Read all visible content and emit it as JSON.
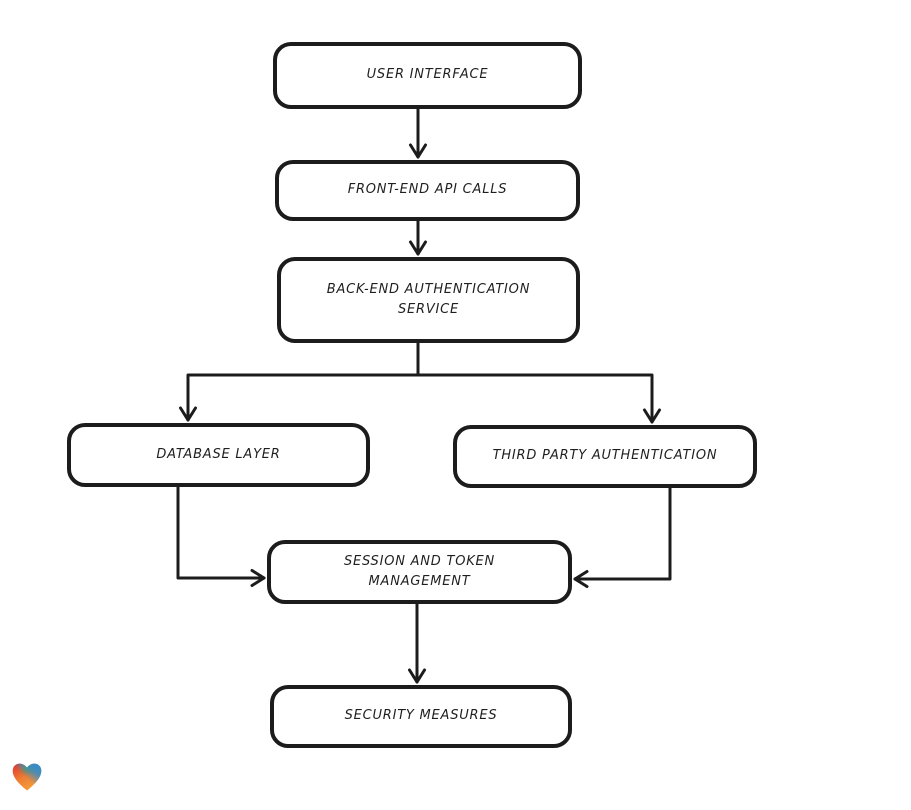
{
  "diagram": {
    "type": "flowchart",
    "nodes": [
      {
        "id": "user-interface",
        "label": "USER INTERFACE"
      },
      {
        "id": "front-end-api-calls",
        "label": "FRONT-END API CALLS"
      },
      {
        "id": "back-end-authentication-service",
        "label": "BACK-END AUTHENTICATION SERVICE"
      },
      {
        "id": "database-layer",
        "label": "DATABASE LAYER"
      },
      {
        "id": "third-party-authentication",
        "label": "THIRD PARTY AUTHENTICATION"
      },
      {
        "id": "session-and-token-management",
        "label": "SESSION AND TOKEN MANAGEMENT"
      },
      {
        "id": "security-measures",
        "label": "SECURITY MEASURES"
      }
    ],
    "edges": [
      {
        "from": "user-interface",
        "to": "front-end-api-calls"
      },
      {
        "from": "front-end-api-calls",
        "to": "back-end-authentication-service"
      },
      {
        "from": "back-end-authentication-service",
        "to": "database-layer"
      },
      {
        "from": "back-end-authentication-service",
        "to": "third-party-authentication"
      },
      {
        "from": "database-layer",
        "to": "session-and-token-management"
      },
      {
        "from": "third-party-authentication",
        "to": "session-and-token-management"
      },
      {
        "from": "session-and-token-management",
        "to": "security-measures"
      }
    ],
    "style": {
      "stroke_color": "#1c1c1c",
      "node_fill": "#ffffff",
      "background": "#ffffff",
      "arrowhead": "open-chevron"
    }
  },
  "logo": {
    "name": "gradient-heart",
    "colors": {
      "red": "#e3312b",
      "green": "#58a33e",
      "blue": "#2a8fd0",
      "orange": "#f59e38"
    }
  }
}
